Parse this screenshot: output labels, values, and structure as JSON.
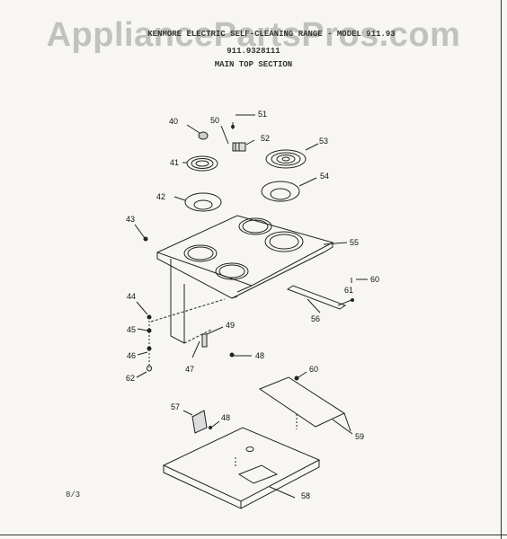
{
  "watermark": "AppliancePartsPros.com",
  "header": {
    "line1": "KENMORE ELECTRIC SELF-CLEANING RANGE - MODEL 911.93",
    "line2": "911.9328111",
    "section_title": "MAIN TOP SECTION"
  },
  "page_number": "8/3",
  "callouts": {
    "c40": "40",
    "c41": "41",
    "c42": "42",
    "c43": "43",
    "c44": "44",
    "c45": "45",
    "c46": "46",
    "c47": "47",
    "c48_lower": "48",
    "c48_mid": "48",
    "c49": "49",
    "c50": "50",
    "c51": "51",
    "c52": "52",
    "c53": "53",
    "c54": "54",
    "c55": "55",
    "c56": "56",
    "c57": "57",
    "c58": "58",
    "c59": "59",
    "c60_upper": "60",
    "c60_lower": "60",
    "c61": "61",
    "c62": "62"
  }
}
